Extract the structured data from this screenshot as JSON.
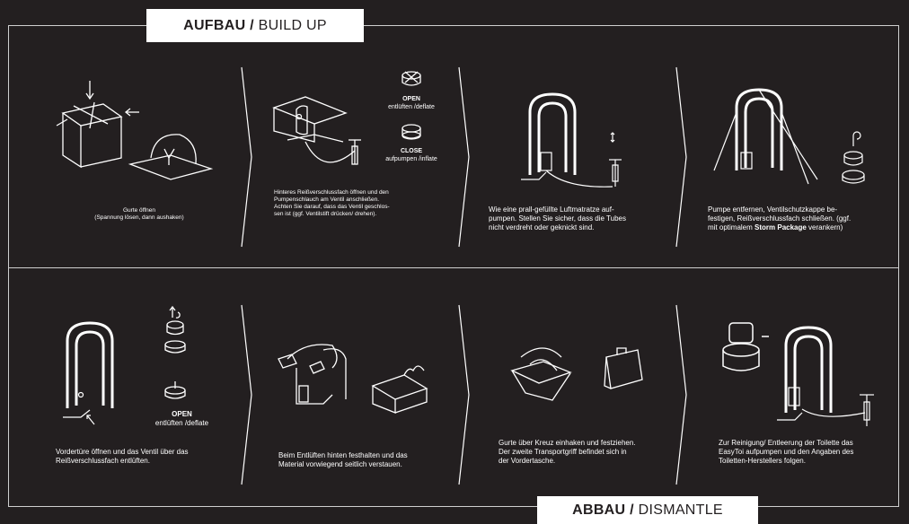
{
  "sections": {
    "build_up": {
      "title_bold": "AUFBAU /",
      "title_rest": " BUILD UP"
    },
    "dismantle": {
      "title_bold": "ABBAU /",
      "title_rest": " DISMANTLE"
    }
  },
  "build_steps": [
    {
      "text": "Gurte öffnen\n(Spannung lösen, dann aushaken)"
    },
    {
      "text": "Hinteres Reißverschlussfach öffnen und den\nPumpenschlauch am Ventil anschließen.\nAchten Sie darauf, dass das Ventil geschlos-\nsen ist (ggf. Ventilstift drücken/ drehen)."
    },
    {
      "text": "Wie eine prall-gefüllte Luftmatratze auf-\npumpen. Stellen Sie sicher, dass die Tubes\nnicht verdreht oder geknickt sind."
    },
    {
      "text_before": "Pumpe entfernen, Ventilschutzkappe be-\nfestigen, Reißverschlussfach schließen. (ggf.\nmit optimalem ",
      "text_bold": "Storm Package",
      "text_after": " verankern)"
    }
  ],
  "valve_labels": {
    "open_bold": "OPEN",
    "open_rest": "entlüften /deflate",
    "close_bold": "CLOSE",
    "close_rest": "aufpumpen /inflate"
  },
  "dismantle_steps": [
    {
      "text": "Vordertüre öffnen und das Ventil über das\nReißverschlussfach entlüften."
    },
    {
      "text": "Beim Entlüften hinten festhalten und das\nMaterial vorwiegend seitlich verstauen."
    },
    {
      "text": "Gurte über Kreuz einhaken und festziehen.\nDer zweite Transportgriff befindet sich in\nder Vordertasche."
    },
    {
      "text": "Zur Reinigung/ Entleerung der Toilette das\nEasyToi aufpumpen und den Angaben des\nToiletten-Herstellers folgen."
    }
  ],
  "dismantle_valve": {
    "open_bold": "OPEN",
    "open_rest": "entlüften /deflate"
  },
  "colors": {
    "background": "#231f20",
    "foreground": "#ffffff",
    "frame": "#cfcfcf"
  }
}
